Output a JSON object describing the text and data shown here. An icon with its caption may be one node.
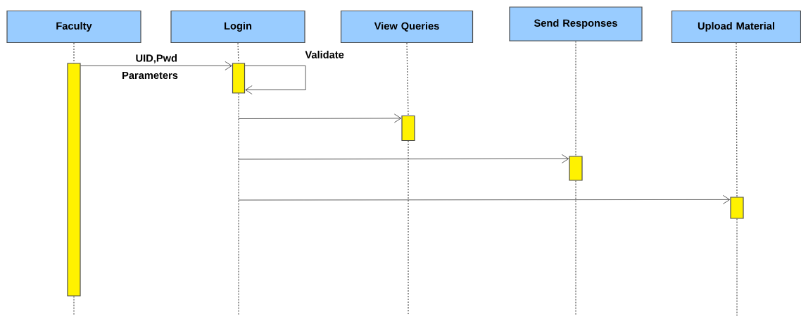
{
  "diagram": {
    "nodes": [
      {
        "text": [
          "Faculty"
        ]
      },
      {
        "text": [
          "Login"
        ]
      },
      {
        "text": [
          "View Queries"
        ]
      },
      {
        "text": [
          "Send Responses"
        ]
      },
      {
        "text": [
          "Upload Material"
        ]
      },
      {
        "text": [],
        "shape": "bar"
      },
      {
        "text": [],
        "shape": "bar"
      },
      {
        "text": [],
        "shape": "bar"
      },
      {
        "text": [],
        "shape": "bar"
      },
      {
        "text": [],
        "shape": "bar"
      }
    ],
    "edges": [
      {
        "from": 0,
        "to": 5,
        "arrow": "none",
        "style": "dashed"
      },
      {
        "from": 1,
        "to": 6,
        "arrow": "none",
        "style": "dashed"
      },
      {
        "from": 2,
        "to": 7,
        "arrow": "none",
        "style": "dashed"
      },
      {
        "from": 3,
        "to": 8,
        "arrow": "none",
        "style": "dashed"
      },
      {
        "from": 4,
        "to": 9,
        "arrow": "none",
        "style": "dashed"
      },
      {
        "from": 5,
        "to": 6,
        "arrow": "to",
        "label": "UID,Pwd"
      },
      {
        "from": 6,
        "to": 6,
        "arrow": "to",
        "label": "Validate"
      },
      {
        "from": null,
        "to": 7,
        "arrow": "to"
      },
      {
        "from": null,
        "to": 8,
        "arrow": "to"
      },
      {
        "from": null,
        "to": 9,
        "arrow": "to"
      }
    ],
    "labels": [
      "Parameters"
    ]
  }
}
